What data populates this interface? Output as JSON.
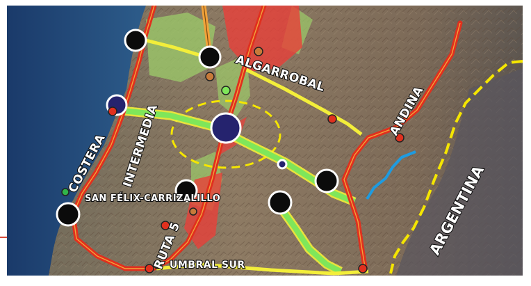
{
  "map": {
    "labels": {
      "algarrobal": "ALGARROBAL",
      "andina": "ANDINA",
      "intermedia": "INTERMEDIA",
      "costera": "COSTERA",
      "san_felix_carrizalillo": "SAN FÉLIX-CARRIZALILLO",
      "ruta_5": "RUTA 5",
      "umbral_sur": "UMBRAL SUR",
      "argentina": "ARGENTINA"
    },
    "colors": {
      "ocean": "#1d3f70",
      "land": "#8a7560",
      "road_red": "#e0301e",
      "road_orange": "#f2a23a",
      "road_yellow": "#f3ee3a",
      "corridor_green": "#7fe65a",
      "zone_red": "#e8403a",
      "zone_green": "#9ccc6a",
      "border_yellow": "#f5e600",
      "river_blue": "#1e9be0",
      "node_black": "#0b0b0b",
      "node_navy": "#25236e"
    }
  }
}
